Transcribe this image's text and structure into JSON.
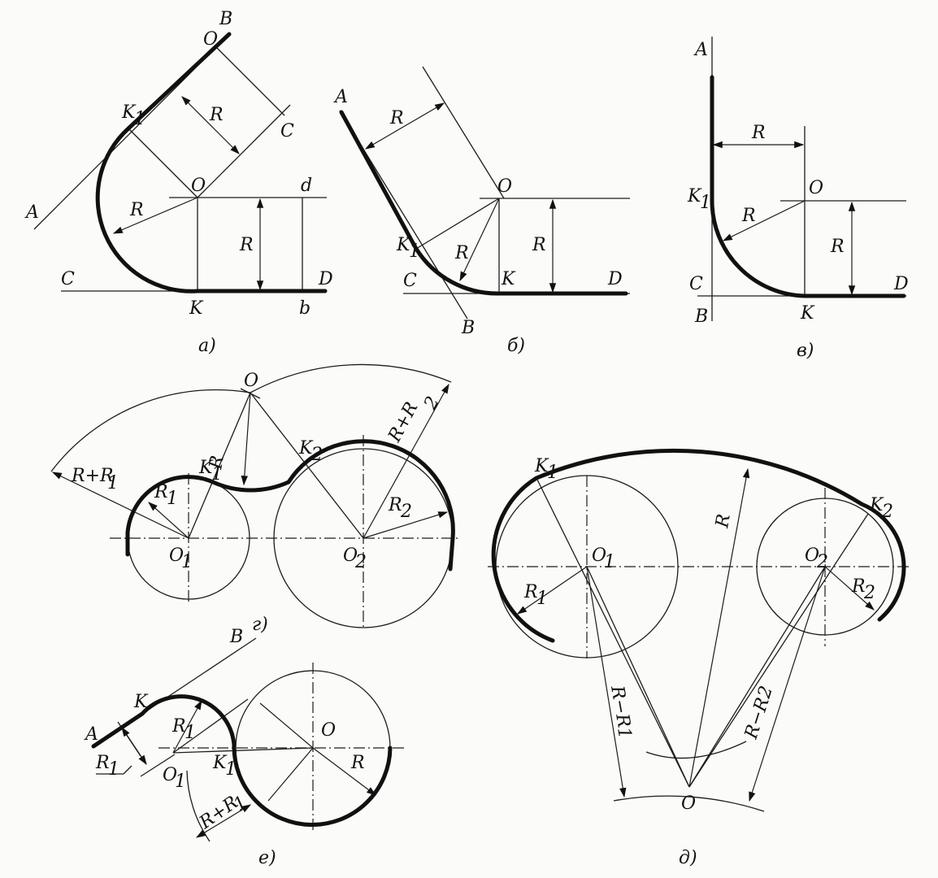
{
  "panels": {
    "a": {
      "caption": "а)",
      "labels": {
        "O_top": "O",
        "B": "B",
        "K1": "K",
        "K1_sub": "1",
        "R_slant": "R",
        "C_right": "C",
        "A": "A",
        "O": "O",
        "d": "d",
        "R_left": "R",
        "R_vert": "R",
        "C": "C",
        "D": "D",
        "K": "K",
        "b": "b"
      }
    },
    "b": {
      "caption": "б)",
      "labels": {
        "A": "A",
        "R_slant": "R",
        "O": "O",
        "R_arrow": "R",
        "R_vert": "R",
        "K1": "K",
        "K1_sub": "1",
        "C": "C",
        "K": "K",
        "D": "D",
        "B": "B"
      }
    },
    "c": {
      "caption": "в)",
      "labels": {
        "A": "A",
        "R_horiz": "R",
        "K1": "K",
        "K1_sub": "1",
        "O": "O",
        "R_arrow": "R",
        "R_vert": "R",
        "C": "C",
        "B": "B",
        "K": "K",
        "D": "D"
      }
    },
    "g": {
      "caption": "г)",
      "labels": {
        "O": "O",
        "RR1": "R+R",
        "RR1_sub": "1",
        "RR2": "R+R",
        "RR2_sub": "2",
        "K1": "K",
        "K1_sub": "1",
        "K2": "K",
        "K2_sub": "2",
        "R": "R",
        "R1": "R",
        "R1_sub": "1",
        "R2": "R",
        "R2_sub": "2",
        "O1": "O",
        "O1_sub": "1",
        "O2": "O",
        "O2_sub": "2"
      }
    },
    "d": {
      "caption": "д)",
      "labels": {
        "K1": "K",
        "K1_sub": "1",
        "K2": "K",
        "K2_sub": "2",
        "R": "R",
        "O1": "O",
        "O1_sub": "1",
        "O2": "O",
        "O2_sub": "2",
        "R1": "R",
        "R1_sub": "1",
        "R2": "R",
        "R2_sub": "2",
        "RR1": "R−R",
        "RR1_sub": "1",
        "RR2": "R−R",
        "RR2_sub": "2",
        "O": "O"
      }
    },
    "e": {
      "caption": "е)",
      "labels": {
        "B": "B",
        "K": "K",
        "A": "A",
        "R1_circ": "R",
        "R1_circ_sub": "1",
        "O": "O",
        "R1_dim": "R",
        "R1_dim_sub": "1",
        "O1": "O",
        "O1_sub": "1",
        "K1": "K",
        "K1_sub": "1",
        "R": "R",
        "RR1": "R+R",
        "RR1_sub": "1"
      }
    }
  }
}
